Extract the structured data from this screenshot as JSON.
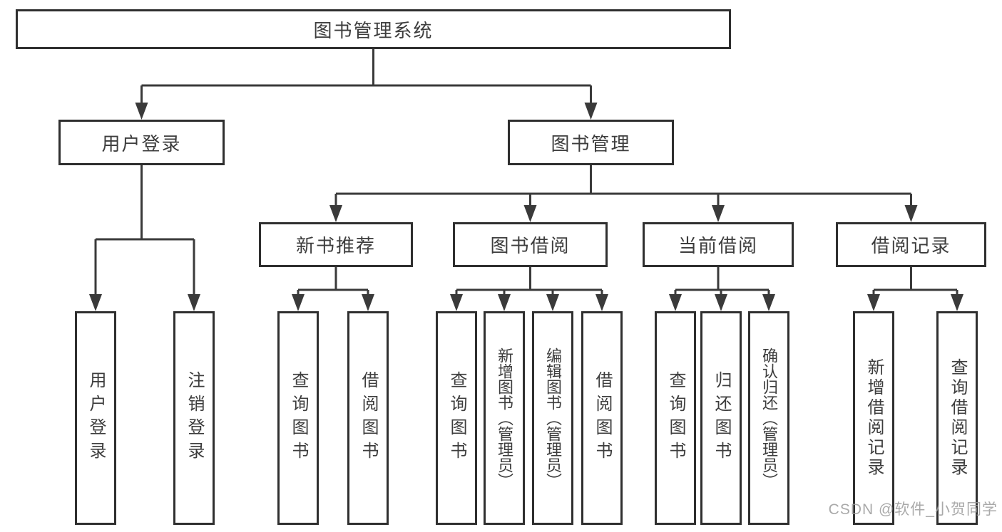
{
  "colors": {
    "line": "#3a3a3a",
    "border": "#2f2f2f",
    "text": "#3d3d3d",
    "background": "#ffffff",
    "watermark": "#9b9b9b"
  },
  "nodes": {
    "root": {
      "label": "图书管理系统"
    },
    "level2": [
      {
        "label": "用户登录"
      },
      {
        "label": "图书管理"
      }
    ],
    "level3": [
      {
        "label": "新书推荐"
      },
      {
        "label": "图书借阅"
      },
      {
        "label": "当前借阅"
      },
      {
        "label": "借阅记录"
      }
    ],
    "leaves": [
      {
        "label": "用户登录"
      },
      {
        "label": "注销登录"
      },
      {
        "label": "查询图书"
      },
      {
        "label": "借阅图书"
      },
      {
        "label": "查询图书"
      },
      {
        "label": "新增图书（管理员）"
      },
      {
        "label": "编辑图书（管理员）"
      },
      {
        "label": "借阅图书"
      },
      {
        "label": "查询图书"
      },
      {
        "label": "归还图书"
      },
      {
        "label": "确认归还（管理员）"
      },
      {
        "label": "新增借阅记录"
      },
      {
        "label": "查询借阅记录"
      }
    ]
  },
  "watermark": {
    "text": "CSDN @软件_小贺同学"
  }
}
